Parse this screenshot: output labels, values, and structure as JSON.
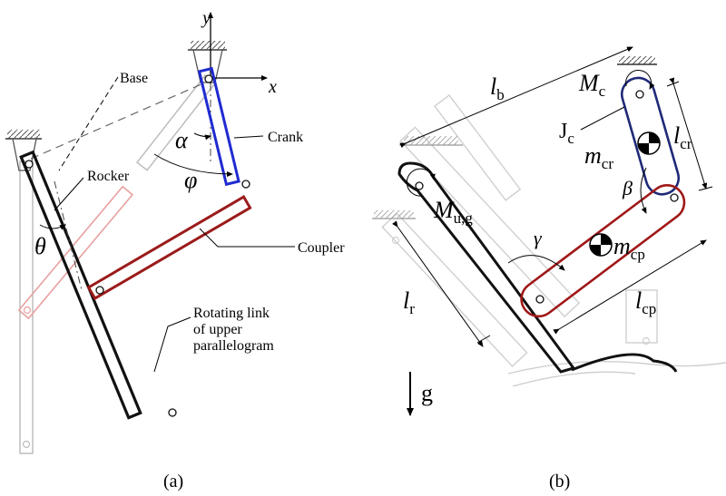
{
  "panel_a": {
    "caption": "(a)",
    "axis_y": "y",
    "axis_x": "x",
    "labels": {
      "base": "Base",
      "crank": "Crank",
      "rocker": "Rocker",
      "coupler": "Coupler",
      "rotating_line1": "Rotating link",
      "rotating_line2": "of upper",
      "rotating_line3": "parallelogram"
    },
    "angles": {
      "alpha": "α",
      "phi": "φ",
      "theta": "θ"
    }
  },
  "panel_b": {
    "caption": "(b)",
    "symbols": {
      "l_b": [
        "l",
        "b"
      ],
      "M_c": [
        "M",
        "c"
      ],
      "J_c": [
        "J",
        "c"
      ],
      "m_cr": [
        "m",
        "cr"
      ],
      "l_cr": [
        "l",
        "cr"
      ],
      "beta": "β",
      "M_ug": [
        "M",
        "u,g"
      ],
      "gamma": "γ",
      "m_cp": [
        "m",
        "cp"
      ],
      "l_r": [
        "l",
        "r"
      ],
      "l_cp": [
        "l",
        "cp"
      ],
      "g": "g"
    }
  },
  "colors": {
    "crank": "#1f2bd0",
    "coupler": "#9b1b1b",
    "rocker": "#111111",
    "ghost": "#bdbdbd",
    "ghost_red": "#e8a0a0",
    "cr_link_b": "#1f2a78",
    "cp_link_b": "#a01818"
  }
}
